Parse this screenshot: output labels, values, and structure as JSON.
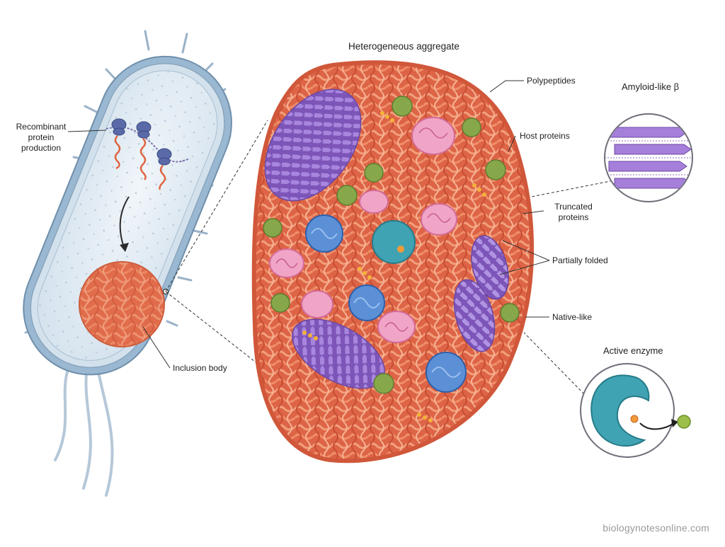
{
  "diagram": {
    "title": "Heterogeneous aggregate",
    "labels": {
      "recombinant": "Recombinant protein production",
      "inclusion_body": "Inclusion body",
      "polypeptides": "Polypeptides",
      "host_proteins": "Host proteins",
      "truncated": "Truncated proteins",
      "partially_folded": "Partially folded",
      "native_like": "Native-like"
    },
    "insets": {
      "amyloid": "Amyloid-like β",
      "enzyme": "Active enzyme"
    },
    "watermark": "biologynotesonline.com"
  },
  "colors": {
    "aggregate": "#e2694c",
    "beta_sheet": "#8e63c6",
    "host_protein": "#86a84a",
    "native": "#4a7dc8",
    "partially_folded": "#e98fb5",
    "enzyme": "#3fa3b3",
    "cell_wall": "#8fb0cc"
  }
}
